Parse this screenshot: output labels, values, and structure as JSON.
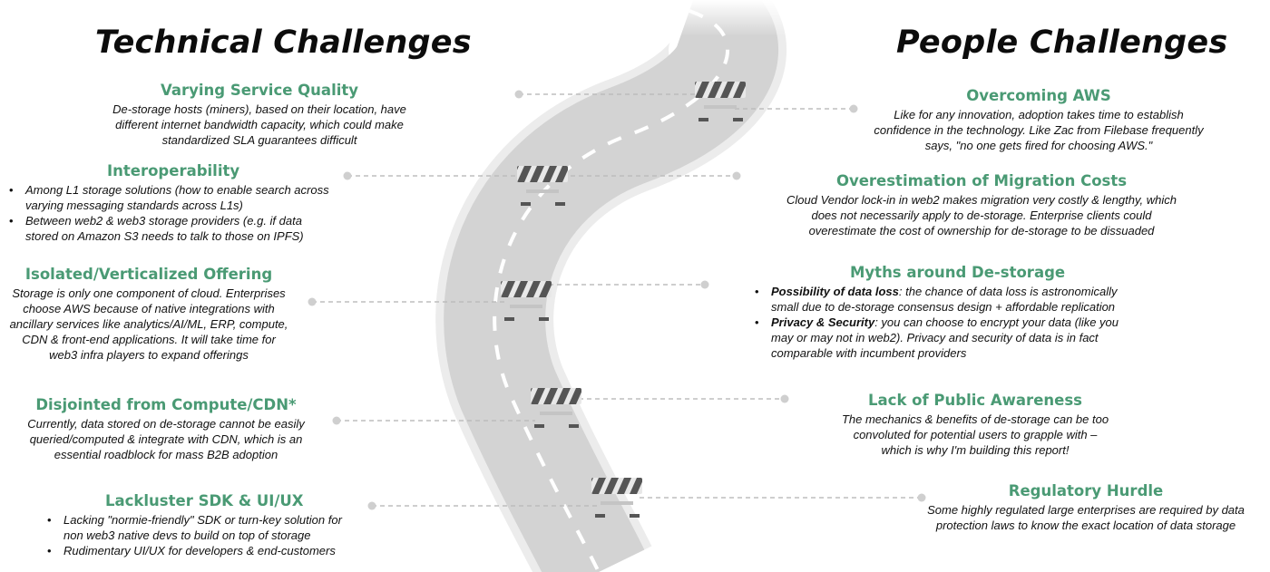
{
  "left_heading": "Technical Challenges",
  "right_heading": "People Challenges",
  "left_items": [
    {
      "title": "Varying Service Quality",
      "lines": [
        "De-storage hosts (miners), based on their location, have",
        "different internet bandwidth capacity, which could make",
        "standardized SLA guarantees difficult"
      ]
    },
    {
      "title": "Interoperability",
      "bullets": [
        [
          "Among L1 storage solutions (how to enable search across",
          "varying messaging standards across L1s)"
        ],
        [
          "Between web2 & web3 storage providers (e.g. if data",
          "stored on Amazon S3 needs to talk to those on IPFS)"
        ]
      ]
    },
    {
      "title": "Isolated/Verticalized Offering",
      "lines": [
        "Storage is only one component of cloud. Enterprises",
        "choose AWS because of native integrations with",
        "ancillary services like analytics/AI/ML, ERP, compute,",
        "CDN & front-end applications. It will take time for",
        "web3 infra players to expand offerings"
      ]
    },
    {
      "title": "Disjointed from Compute/CDN*",
      "lines": [
        "Currently, data stored on de-storage cannot be easily",
        "queried/computed & integrate with CDN, which is an",
        "essential roadblock for mass B2B adoption"
      ]
    },
    {
      "title": "Lackluster SDK & UI/UX",
      "bullets": [
        [
          "Lacking \"normie-friendly\"  SDK or turn-key solution for",
          "non web3 native devs to build on top of storage"
        ],
        [
          "Rudimentary UI/UX for developers & end-customers"
        ]
      ]
    }
  ],
  "right_items": [
    {
      "title": "Overcoming AWS",
      "lines": [
        "Like for any innovation, adoption takes time to establish",
        "confidence in the technology. Like Zac from Filebase frequently",
        "says, \"no one gets fired for choosing AWS.\""
      ]
    },
    {
      "title": "Overestimation of Migration Costs",
      "lines": [
        "Cloud Vendor lock-in in web2 makes migration very costly & lengthy, which",
        "does not necessarily apply to de-storage. Enterprise clients could",
        "overestimate the cost of ownership for de-storage to be dissuaded"
      ]
    },
    {
      "title": "Myths around De-storage",
      "bullets": [
        {
          "bold": "Possibility of data loss",
          "lines": [
            ": the chance of data loss is astronomically",
            "small due to de-storage consensus design + affordable replication"
          ]
        },
        {
          "bold": "Privacy & Security",
          "lines": [
            ": you can choose to encrypt your data (like you",
            "may or may not in web2). Privacy and security of data is in fact",
            "comparable with incumbent providers"
          ]
        }
      ]
    },
    {
      "title": "Lack of Public Awareness",
      "lines": [
        "The mechanics & benefits of de-storage can be too",
        "convoluted for potential users to grapple with –",
        "which is why I'm building this report!"
      ]
    },
    {
      "title": "Regulatory Hurdle",
      "lines": [
        "Some highly regulated large enterprises are required by data",
        "protection laws to know the exact location of data storage"
      ]
    }
  ],
  "colors": {
    "title_green": "#4a9a74",
    "road": "#d4d4d4",
    "road_edge": "#ebebeb",
    "dash": "#ffffff",
    "connector": "#bdbdbd",
    "barrier": "#5a5a5a"
  }
}
